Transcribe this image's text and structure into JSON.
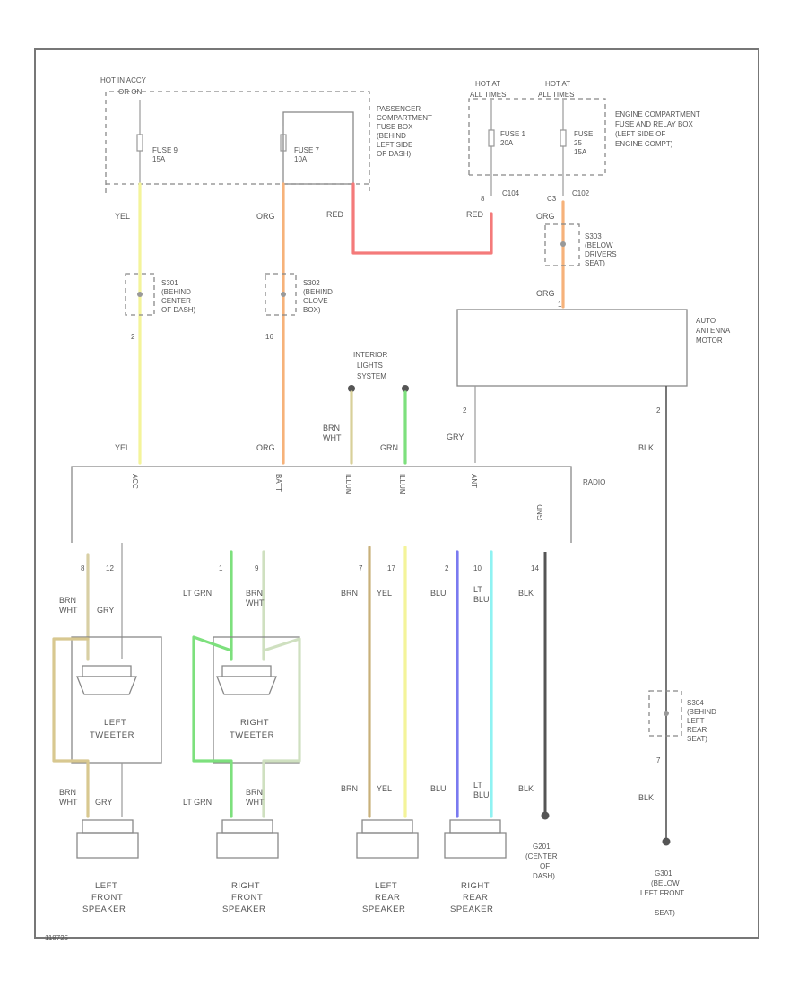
{
  "hot": {
    "left": "HOT IN ACCY",
    "left_sub": "OR ON",
    "mid": "HOT AT",
    "mid_sub": "ALL TIMES",
    "right": "HOT AT",
    "right_sub": "ALL TIMES"
  },
  "fuse_box": {
    "passenger": [
      "PASSENGER",
      "COMPARTMENT",
      "FUSE BOX",
      "(BEHIND",
      "LEFT SIDE",
      "OF DASH)"
    ],
    "engine": [
      "ENGINE COMPARTMENT",
      "FUSE AND RELAY BOX",
      "(LEFT SIDE OF",
      "ENGINE COMPT)"
    ]
  },
  "fuses": {
    "f9": [
      "FUSE 9",
      "15A"
    ],
    "f7": [
      "FUSE 7",
      "10A"
    ],
    "f1": [
      "FUSE 1",
      "20A"
    ],
    "f25": [
      "FUSE",
      "25",
      "15A"
    ]
  },
  "connectors": {
    "c104": "C104",
    "c102": "C102",
    "c8": "8",
    "c3": "C3"
  },
  "splices": {
    "s301": [
      "S301",
      "(BEHIND",
      "CENTER",
      "OF DASH)"
    ],
    "s302": [
      "S302",
      "(BEHIND",
      "GLOVE",
      "BOX)"
    ],
    "s303": [
      "S303",
      "(BELOW",
      "DRIVERS",
      "SEAT)"
    ],
    "s304": [
      "S304",
      "(BEHIND",
      "LEFT",
      "REAR",
      "SEAT)"
    ]
  },
  "wire_colors": {
    "yel": "YEL",
    "org": "ORG",
    "red": "RED",
    "brn_wht": [
      "BRN",
      "WHT"
    ],
    "grn": "GRN",
    "gry": "GRY",
    "blk": "BLK",
    "lt_grn": "LT GRN",
    "brn": "BRN",
    "blu": "BLU",
    "lt_blu": [
      "LT",
      "BLU"
    ]
  },
  "pins": {
    "p2": "2",
    "p16": "16",
    "p1": "1",
    "p2b": "2",
    "p8": "8",
    "p12": "12",
    "p1b": "1",
    "p9": "9",
    "p7": "7",
    "p17": "17",
    "p2c": "2",
    "p10": "10",
    "p14": "14",
    "p7b": "7"
  },
  "radio": {
    "label": "RADIO",
    "pins": [
      "ACC",
      "BATT",
      "ILLUM",
      "ILLUM",
      "ANT",
      "GND"
    ]
  },
  "motor": [
    "AUTO",
    "ANTENNA",
    "MOTOR"
  ],
  "interior": [
    "INTERIOR",
    "LIGHTS",
    "SYSTEM"
  ],
  "components": {
    "left_tweeter": [
      "LEFT",
      "TWEETER"
    ],
    "right_tweeter": [
      "RIGHT",
      "TWEETER"
    ],
    "left_front": [
      "LEFT",
      "FRONT",
      "SPEAKER"
    ],
    "right_front": [
      "RIGHT",
      "FRONT",
      "SPEAKER"
    ],
    "left_rear": [
      "LEFT",
      "REAR",
      "SPEAKER"
    ],
    "right_rear": [
      "RIGHT",
      "REAR",
      "SPEAKER"
    ]
  },
  "grounds": {
    "g201": [
      "G201",
      "(CENTER",
      "OF",
      "DASH)"
    ],
    "g301": [
      "G301",
      "(BELOW",
      "LEFT FRONT",
      "SEAT)"
    ]
  },
  "footer": "118725",
  "colors": {
    "yel": "#f4f49a",
    "org": "#f6b27a",
    "red": "#f47a7a",
    "grn": "#7de07d",
    "blu": "#7a7af0",
    "lt_blu": "#8ff2f2",
    "brn": "#c8b07a",
    "blk": "#555555",
    "frame": "#777777"
  }
}
